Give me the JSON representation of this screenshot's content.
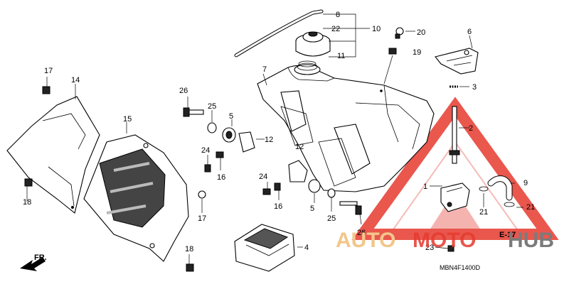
{
  "diagram": {
    "code": "MBN4F1400D",
    "section_ref": "E-17",
    "direction_label": "FR.",
    "callouts": [
      "8",
      "22",
      "10",
      "11",
      "20",
      "19",
      "6",
      "3",
      "7",
      "17",
      "14",
      "15",
      "26",
      "25",
      "5",
      "12",
      "24",
      "16",
      "12",
      "2",
      "1",
      "9",
      "21",
      "21",
      "24",
      "16",
      "5",
      "25",
      "26",
      "4",
      "23",
      "18",
      "17",
      "18"
    ]
  },
  "watermark": {
    "part1": "AUTO",
    "part2": "MOTO",
    "part3": "HUB",
    "color_red": "#e63a2e",
    "color_gold": "#f2c68a",
    "color_gray": "#7b7b7b"
  }
}
